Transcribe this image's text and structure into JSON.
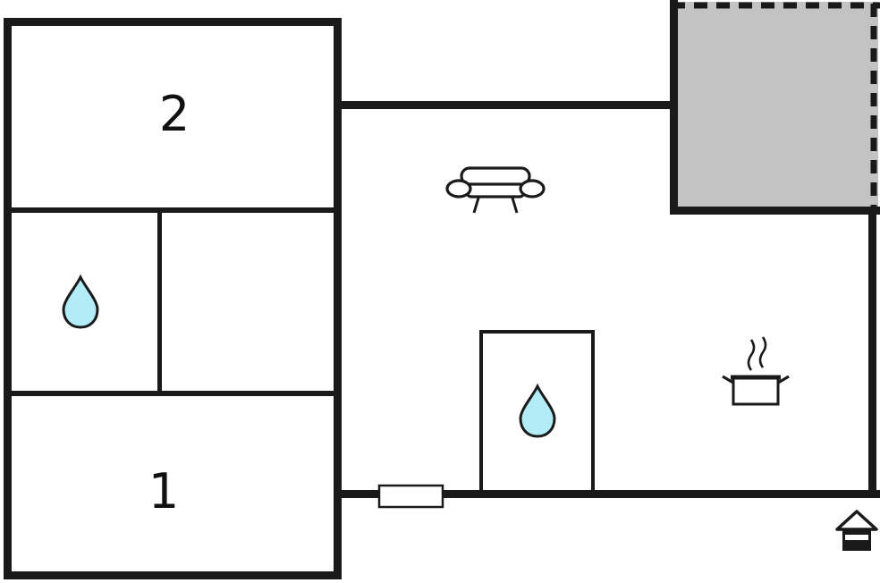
{
  "floorplan": {
    "title": "apartment-floor-plan",
    "rooms": [
      {
        "label": "2"
      },
      {
        "label": "1"
      }
    ],
    "colors": {
      "wall": "#1a1a1a",
      "terrace_fill": "#c3c3c3",
      "drop_fill": "#b2ecf7",
      "background": "#ffffff"
    },
    "icons": [
      "water-drop-icon",
      "water-drop-icon",
      "sofa-icon",
      "cooking-pot-icon",
      "house-icon"
    ]
  }
}
